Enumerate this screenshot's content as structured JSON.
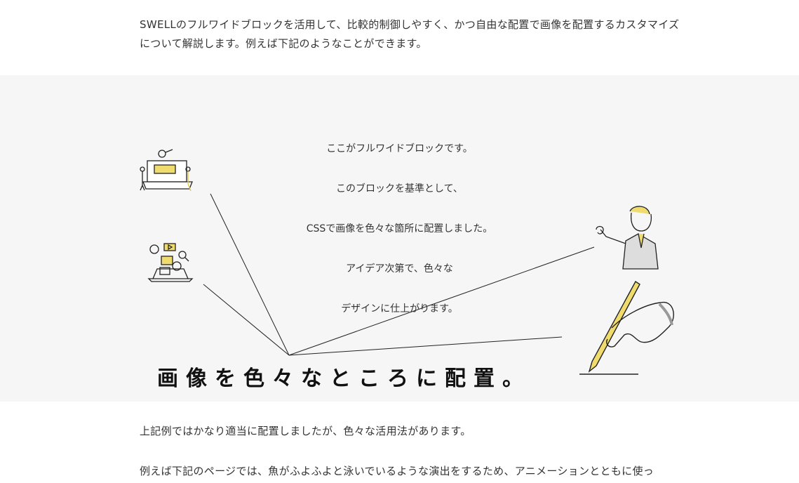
{
  "intro": "SWELLのフルワイドブロックを活用して、比較的制御しやすく、かつ自由な配置で画像を配置するカスタマイズについて解説します。例えば下記のようなことができます。",
  "fullwide": {
    "lines": [
      "ここがフルワイドブロックです。",
      "このブロックを基準として、",
      "CSSで画像を色々な箇所に配置しました。",
      "アイデア次第で、色々な",
      "デザインに仕上がります。"
    ],
    "heading": "画像を色々なところに配置。",
    "accent": "#f0dc6e"
  },
  "after1": "上記例ではかなり適当に配置しましたが、色々な活用法があります。",
  "after2": "例えば下記のページでは、魚がふよふよと泳いでいるような演出をするため、アニメーションとともに使っ"
}
